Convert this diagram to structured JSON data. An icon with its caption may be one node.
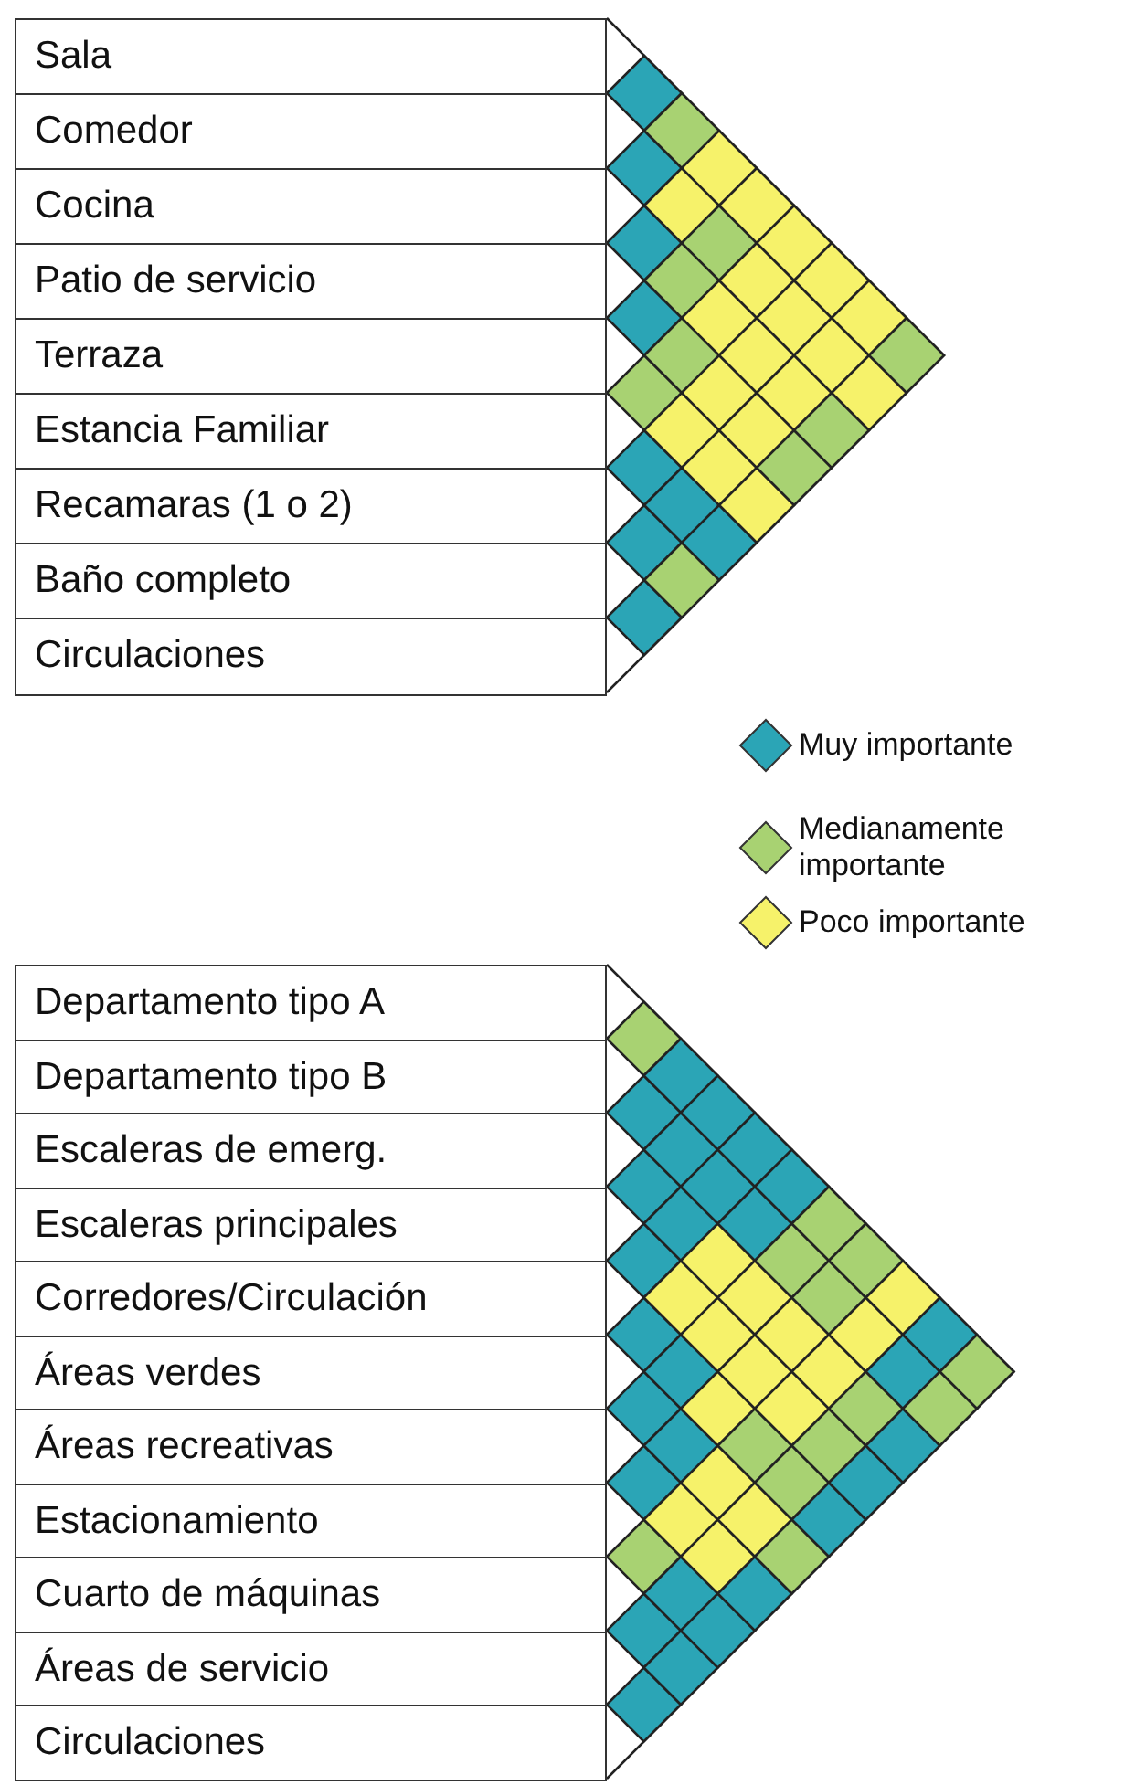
{
  "diagram": {
    "nodes": [
      {
        "text": [
          "Sala"
        ]
      },
      {
        "text": [
          "Comedor"
        ]
      },
      {
        "text": [
          "Cocina"
        ]
      },
      {
        "text": [
          "Patio de servicio"
        ]
      },
      {
        "text": [
          "Terraza"
        ]
      },
      {
        "text": [
          "Estancia Familiar"
        ]
      },
      {
        "text": [
          "Recamaras (1 o 2)"
        ]
      },
      {
        "text": [
          "Baño completo"
        ]
      },
      {
        "text": [
          "Circulaciones"
        ]
      },
      {
        "text": [
          "Departamento tipo A"
        ]
      },
      {
        "text": [
          "Departamento tipo B"
        ]
      },
      {
        "text": [
          "Escaleras de emerg."
        ]
      },
      {
        "text": [
          "Escaleras principales"
        ]
      },
      {
        "text": [
          "Corredores/Circulación"
        ]
      },
      {
        "text": [
          "Áreas verdes"
        ]
      },
      {
        "text": [
          "Áreas recreativas"
        ]
      },
      {
        "text": [
          "Estacionamiento"
        ]
      },
      {
        "text": [
          "Cuarto de máquinas"
        ]
      },
      {
        "text": [
          "Áreas de servicio"
        ]
      },
      {
        "text": [
          "Circulaciones"
        ]
      }
    ],
    "legend": [
      {
        "text": "Muy importante",
        "color": "#2ba5b6"
      },
      {
        "text": "Medianamente importante",
        "color": "#a8d272"
      },
      {
        "text": "Poco importante",
        "color": "#f6f26a"
      }
    ]
  }
}
